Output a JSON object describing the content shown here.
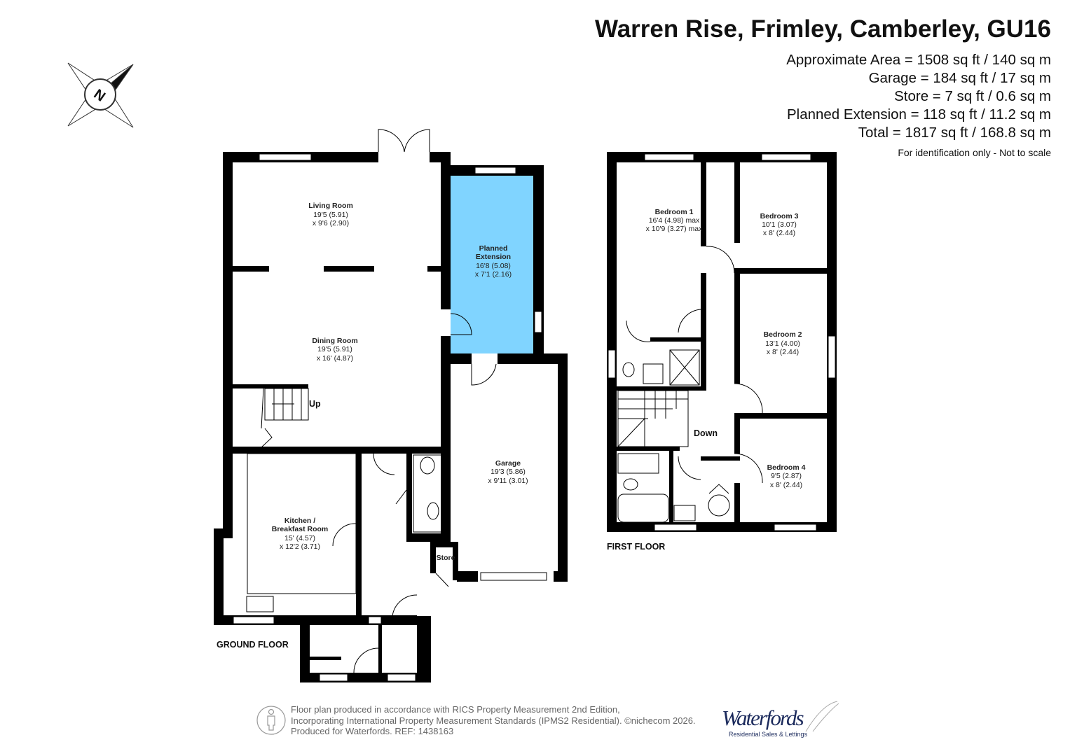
{
  "header": {
    "title": "Warren Rise, Frimley, Camberley, GU16",
    "areas": [
      "Approximate Area = 1508 sq ft / 140 sq m",
      "Garage = 184 sq ft / 17 sq m",
      "Store = 7 sq ft / 0.6 sq m",
      "Planned Extension = 118 sq ft / 11.2 sq m",
      "Total = 1817 sq ft / 168.8 sq m"
    ],
    "note": "For identification only - Not to scale"
  },
  "compass": {
    "label": "N",
    "icon": "compass-north-icon"
  },
  "ground_floor": {
    "label": "GROUND FLOOR",
    "rooms": {
      "living": {
        "name": "Living Room",
        "dim1": "19'5 (5.91)",
        "dim2": "x 9'6 (2.90)"
      },
      "dining": {
        "name": "Dining Room",
        "dim1": "19'5 (5.91)",
        "dim2": "x 16' (4.87)"
      },
      "extension": {
        "name1": "Planned",
        "name2": "Extension",
        "dim1": "16'8 (5.08)",
        "dim2": "x 7'1 (2.16)",
        "color": "#80d4ff"
      },
      "kitchen": {
        "name1": "Kitchen /",
        "name2": "Breakfast Room",
        "dim1": "15' (4.57)",
        "dim2": "x 12'2 (3.71)"
      },
      "garage": {
        "name": "Garage",
        "dim1": "19'3 (5.86)",
        "dim2": "x 9'11 (3.01)"
      },
      "store": {
        "name": "Store"
      }
    },
    "stairs_label": "Up"
  },
  "first_floor": {
    "label": "FIRST FLOOR",
    "rooms": {
      "bed1": {
        "name": "Bedroom 1",
        "dim1": "16'4 (4.98) max",
        "dim2": "x 10'9 (3.27) max"
      },
      "bed3": {
        "name": "Bedroom 3",
        "dim1": "10'1 (3.07)",
        "dim2": "x 8' (2.44)"
      },
      "bed2": {
        "name": "Bedroom 2",
        "dim1": "13'1 (4.00)",
        "dim2": "x 8' (2.44)"
      },
      "bed4": {
        "name": "Bedroom 4",
        "dim1": "9'5 (2.87)",
        "dim2": "x 8' (2.44)"
      }
    },
    "stairs_label": "Down"
  },
  "footer": {
    "lines": [
      "Floor plan produced in accordance with RICS Property Measurement 2nd Edition,",
      "Incorporating International Property Measurement Standards (IPMS2 Residential).   ©nichecom 2026.",
      "Produced for Waterfords.   REF:  1438163"
    ],
    "logo": "Waterfords",
    "logo_sub": "Residential Sales & Lettings"
  }
}
